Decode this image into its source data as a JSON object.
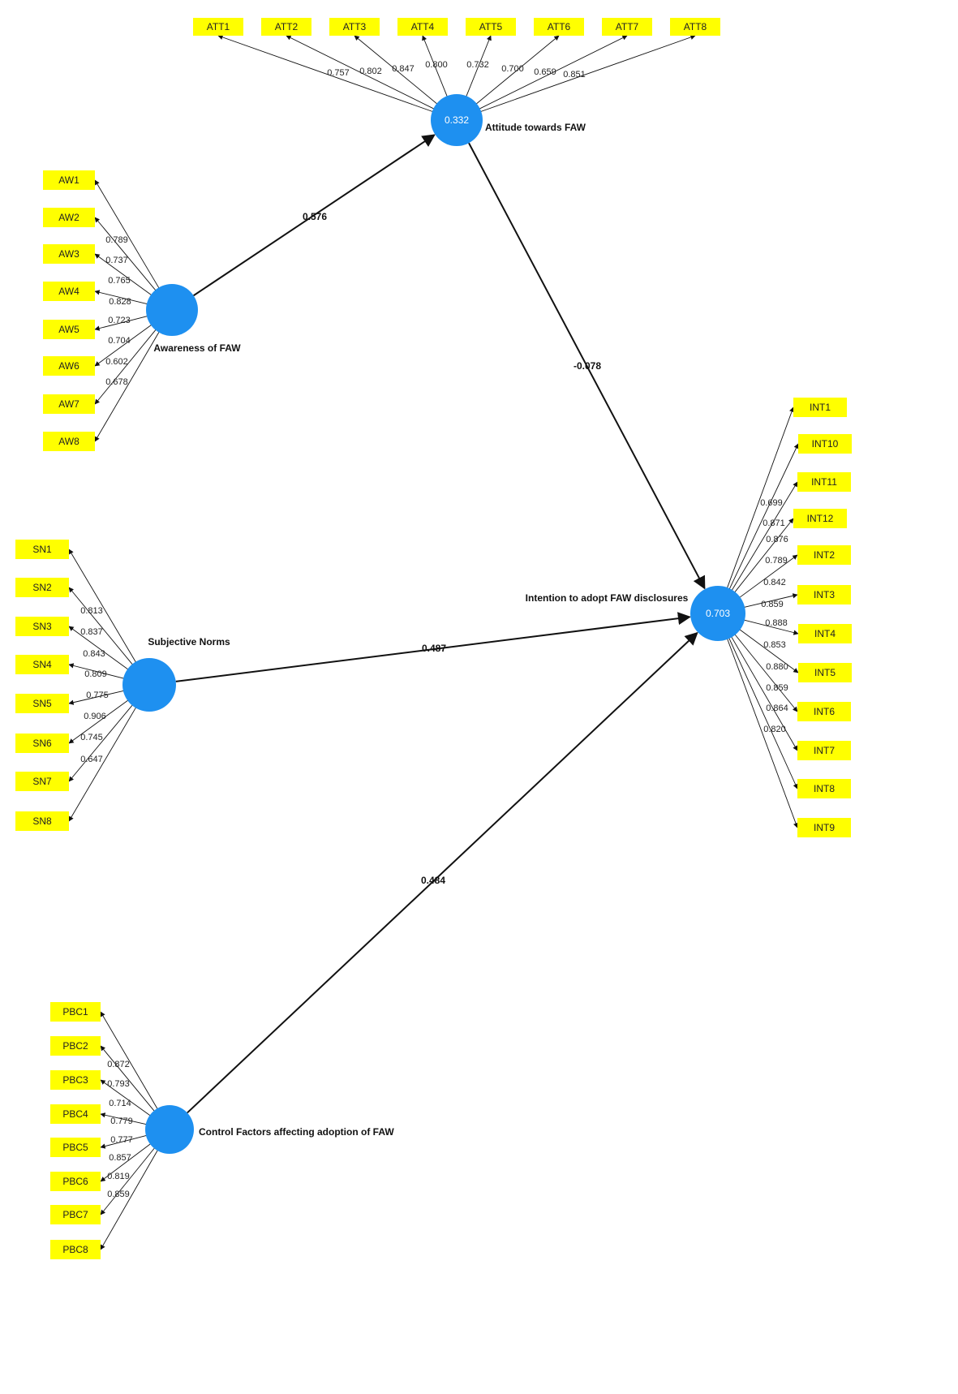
{
  "colors": {
    "latent_fill": "#1e90f0",
    "indicator_fill": "#ffff00",
    "line": "#111111",
    "background": "#ffffff"
  },
  "latents": [
    {
      "id": "ATT",
      "name": "Attitude towards FAW",
      "r2": "0.332"
    },
    {
      "id": "AW",
      "name": "Awareness of FAW",
      "r2": ""
    },
    {
      "id": "SN",
      "name": "Subjective Norms",
      "r2": ""
    },
    {
      "id": "PBC",
      "name": "Control Factors affecting adoption of FAW",
      "r2": ""
    },
    {
      "id": "INT",
      "name": "Intention to adopt FAW disclosures",
      "r2": "0.703"
    }
  ],
  "indicators": {
    "ATT": [
      {
        "name": "ATT1",
        "loading": "0.757"
      },
      {
        "name": "ATT2",
        "loading": "0.802"
      },
      {
        "name": "ATT3",
        "loading": "0.847"
      },
      {
        "name": "ATT4",
        "loading": "0.800"
      },
      {
        "name": "ATT5",
        "loading": "0.732"
      },
      {
        "name": "ATT6",
        "loading": "0.700"
      },
      {
        "name": "ATT7",
        "loading": "0.659"
      },
      {
        "name": "ATT8",
        "loading": "0.851"
      }
    ],
    "AW": [
      {
        "name": "AW1",
        "loading": "0.789"
      },
      {
        "name": "AW2",
        "loading": "0.737"
      },
      {
        "name": "AW3",
        "loading": "0.765"
      },
      {
        "name": "AW4",
        "loading": "0.828"
      },
      {
        "name": "AW5",
        "loading": "0.723"
      },
      {
        "name": "AW6",
        "loading": "0.704"
      },
      {
        "name": "AW7",
        "loading": "0.602"
      },
      {
        "name": "AW8",
        "loading": "0.678"
      }
    ],
    "SN": [
      {
        "name": "SN1",
        "loading": "0.813"
      },
      {
        "name": "SN2",
        "loading": "0.837"
      },
      {
        "name": "SN3",
        "loading": "0.843"
      },
      {
        "name": "SN4",
        "loading": "0.809"
      },
      {
        "name": "SN5",
        "loading": "0.775"
      },
      {
        "name": "SN6",
        "loading": "0.906"
      },
      {
        "name": "SN7",
        "loading": "0.745"
      },
      {
        "name": "SN8",
        "loading": "0.647"
      }
    ],
    "PBC": [
      {
        "name": "PBC1",
        "loading": "0.872"
      },
      {
        "name": "PBC2",
        "loading": "0.793"
      },
      {
        "name": "PBC3",
        "loading": "0.714"
      },
      {
        "name": "PBC4",
        "loading": "0.779"
      },
      {
        "name": "PBC5",
        "loading": "0.777"
      },
      {
        "name": "PBC6",
        "loading": "0.857"
      },
      {
        "name": "PBC7",
        "loading": "0.819"
      },
      {
        "name": "PBC8",
        "loading": "0.859"
      }
    ],
    "INT": [
      {
        "name": "INT1",
        "loading": "0.699"
      },
      {
        "name": "INT10",
        "loading": "0.871"
      },
      {
        "name": "INT11",
        "loading": "0.876"
      },
      {
        "name": "INT12",
        "loading": "0.789"
      },
      {
        "name": "INT2",
        "loading": "0.842"
      },
      {
        "name": "INT3",
        "loading": "0.859"
      },
      {
        "name": "INT4",
        "loading": "0.888"
      },
      {
        "name": "INT5",
        "loading": "0.853"
      },
      {
        "name": "INT6",
        "loading": "0.880"
      },
      {
        "name": "INT7",
        "loading": "0.859"
      },
      {
        "name": "INT8",
        "loading": "0.864"
      },
      {
        "name": "INT9",
        "loading": "0.820"
      }
    ]
  },
  "paths": [
    {
      "from": "AW",
      "to": "ATT",
      "coefficient": "0.576"
    },
    {
      "from": "ATT",
      "to": "INT",
      "coefficient": "-0.078"
    },
    {
      "from": "SN",
      "to": "INT",
      "coefficient": "0.487"
    },
    {
      "from": "PBC",
      "to": "INT",
      "coefficient": "0.484"
    }
  ]
}
